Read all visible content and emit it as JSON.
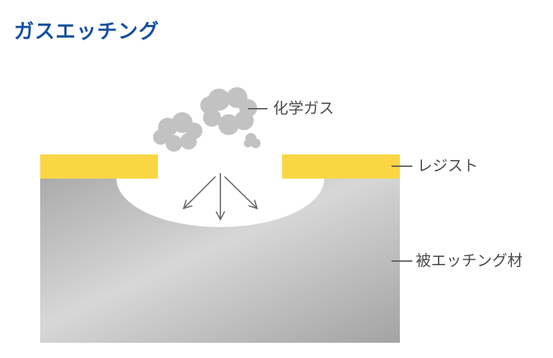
{
  "title": "ガスエッチング",
  "labels": {
    "gas": "化学ガス",
    "resist": "レジスト",
    "material": "被エッチング材"
  },
  "colors": {
    "title_blue": "#134f9f",
    "resist_yellow": "#fad645",
    "cloud_gray": "#c2c2c2",
    "material_dark": "#ababab",
    "material_light": "#d7d7d7",
    "material_dark2": "#a3a3a3",
    "cavity_white": "#ffffff",
    "arrow_gray": "#6a6a6a",
    "line_gray": "#606060",
    "label_text": "#4b4b4b",
    "background": "#ffffff"
  }
}
